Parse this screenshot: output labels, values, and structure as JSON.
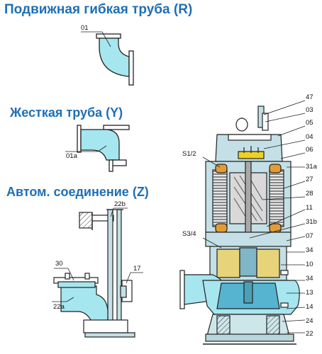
{
  "headings": {
    "r": "Подвижная гибкая труба (R)",
    "y": "Жесткая труба (Y)",
    "z": "Автом. соединение (Z)"
  },
  "callouts": {
    "c01": "01",
    "c01a": "01a",
    "c22b": "22b",
    "c30": "30",
    "c17": "17",
    "c22a": "22a",
    "s12": "S1/2",
    "s34": "S3/4",
    "p47": "47",
    "p03": "03",
    "p05": "05",
    "p04": "04",
    "p06": "06",
    "p31a": "31a",
    "p27": "27",
    "p28": "28",
    "p11": "11",
    "p31b": "31b",
    "p07": "07",
    "p34a": "34",
    "p10": "10",
    "p34b": "34",
    "p13": "13",
    "p14": "14",
    "p24": "24",
    "p22": "22"
  },
  "colors": {
    "pipe": "#a6e6ef",
    "housing": "#c4e0e6",
    "oil": "#e7d47a",
    "impeller": "#56b4d0",
    "heading": "#1f6fb6"
  }
}
